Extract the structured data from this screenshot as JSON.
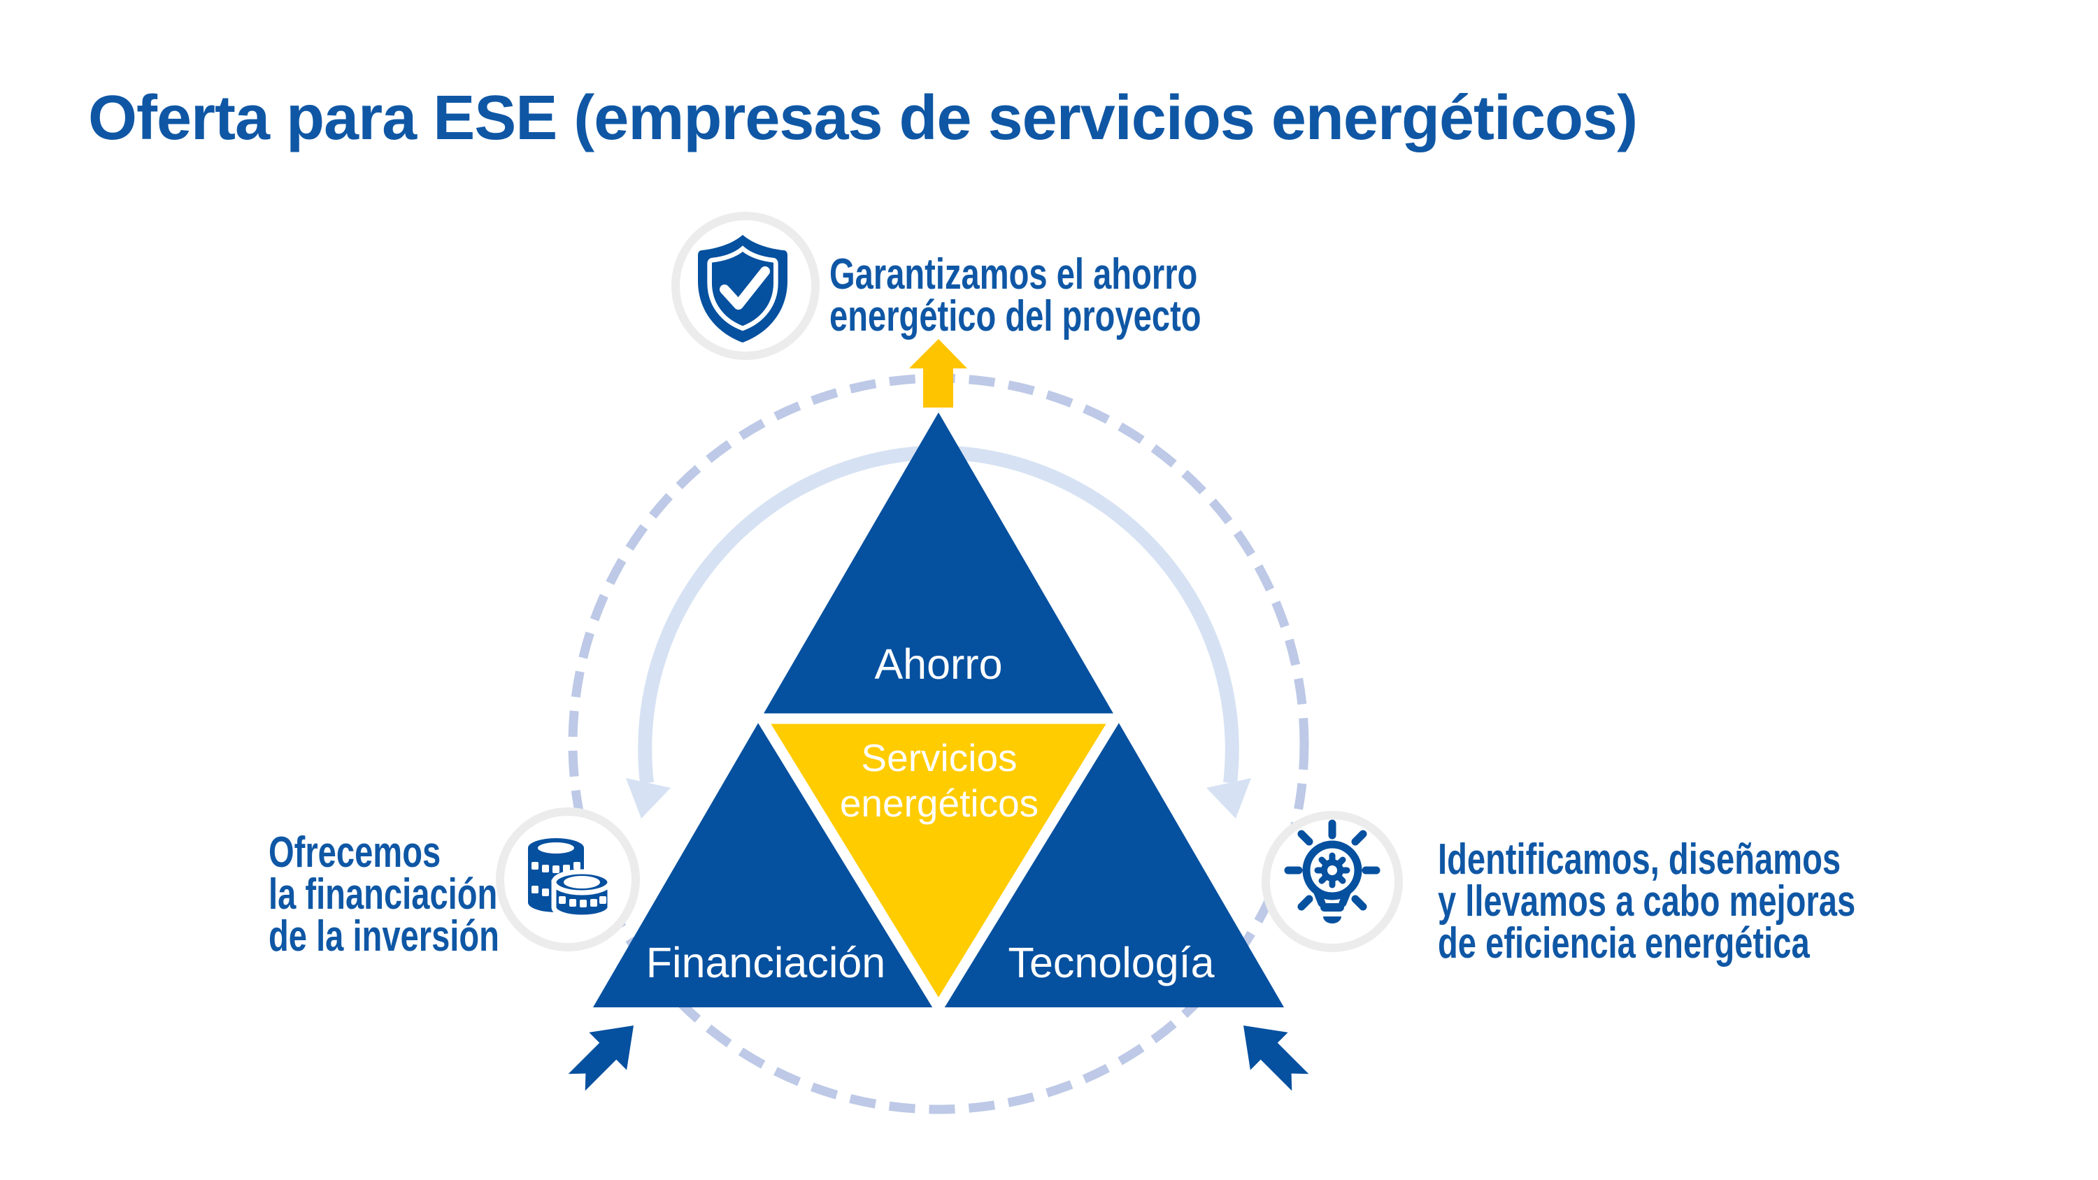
{
  "title": "Oferta para ESE (empresas de servicios energéticos)",
  "colors": {
    "brand_blue": "#05509F",
    "text_blue": "#0F57A5",
    "yellow": "#FFCC00",
    "arrow_yellow": "#FFC400",
    "dashed_ring": "#BDC9E6",
    "cycle_arrow": "#D6E2F3",
    "icon_ring": "#ECECEC",
    "white": "#FFFFFF"
  },
  "triangle": {
    "top_label": "Ahorro",
    "bottom_left_label": "Financiación",
    "bottom_right_label": "Tecnología",
    "center_label_lines": [
      "Servicios",
      "energéticos"
    ]
  },
  "annotations": {
    "top": {
      "icon": "shield-check-icon",
      "lines": [
        "Garantizamos el ahorro",
        "energético del proyecto"
      ]
    },
    "left": {
      "icon": "coins-icon",
      "lines": [
        "Ofrecemos",
        "la financiación",
        "de la inversión"
      ]
    },
    "right": {
      "icon": "lightbulb-gear-icon",
      "lines": [
        "Identificamos, diseñamos",
        "y llevamos a cabo mejoras",
        "de eficiencia energética"
      ]
    }
  }
}
